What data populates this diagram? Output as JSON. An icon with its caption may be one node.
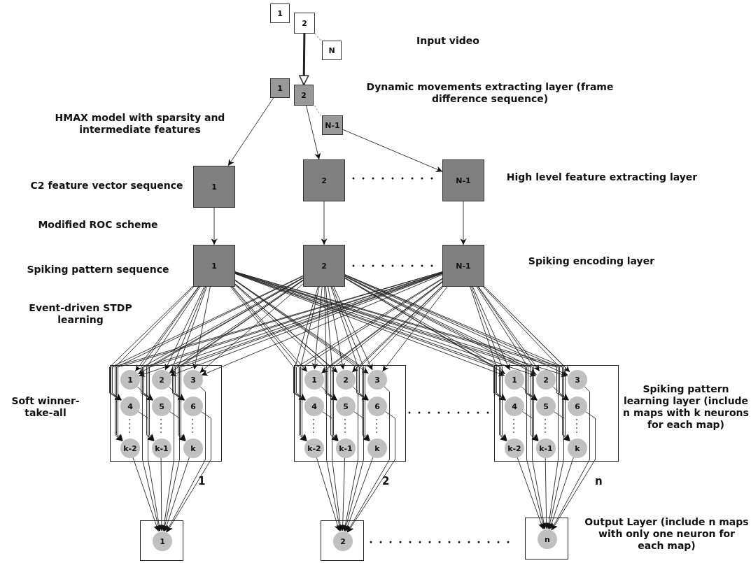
{
  "diagram": {
    "nodes": [
      {
        "text": [
          "1"
        ]
      },
      {
        "text": [
          "2"
        ]
      },
      {
        "text": [
          "N"
        ]
      },
      {
        "text": [
          "1"
        ]
      },
      {
        "text": [
          "2"
        ]
      },
      {
        "text": [
          "N-1"
        ]
      },
      {
        "text": [
          "1"
        ]
      },
      {
        "text": [
          "2"
        ]
      },
      {
        "text": [
          "N-1"
        ]
      },
      {
        "text": [
          "1"
        ]
      },
      {
        "text": [
          "2"
        ]
      },
      {
        "text": [
          "N-1"
        ]
      },
      {
        "text": [],
        "shape": "box",
        "beside": [
          "1"
        ]
      },
      {
        "text": [
          "1"
        ],
        "in": 12
      },
      {
        "text": [
          "2"
        ],
        "in": 12
      },
      {
        "text": [
          "3"
        ],
        "in": 12
      },
      {
        "text": [
          "4"
        ],
        "in": 12
      },
      {
        "text": [
          "5"
        ],
        "in": 12
      },
      {
        "text": [
          "6"
        ],
        "in": 12
      },
      {
        "text": [
          "k-2"
        ],
        "in": 12
      },
      {
        "text": [
          "k-1"
        ],
        "in": 12
      },
      {
        "text": [
          "k"
        ],
        "in": 12
      },
      {
        "text": [],
        "shape": "box",
        "beside": [
          "2"
        ]
      },
      {
        "text": [
          "1"
        ],
        "in": 22
      },
      {
        "text": [
          "2"
        ],
        "in": 22
      },
      {
        "text": [
          "3"
        ],
        "in": 22
      },
      {
        "text": [
          "4"
        ],
        "in": 22
      },
      {
        "text": [
          "5"
        ],
        "in": 22
      },
      {
        "text": [
          "6"
        ],
        "in": 22
      },
      {
        "text": [
          "k-2"
        ],
        "in": 22
      },
      {
        "text": [
          "k-1"
        ],
        "in": 22
      },
      {
        "text": [
          "k"
        ],
        "in": 22
      },
      {
        "text": [],
        "shape": "box",
        "beside": [
          "n"
        ]
      },
      {
        "text": [
          "1"
        ],
        "in": 32
      },
      {
        "text": [
          "2"
        ],
        "in": 32
      },
      {
        "text": [
          "3"
        ],
        "in": 32
      },
      {
        "text": [
          "4"
        ],
        "in": 32
      },
      {
        "text": [
          "5"
        ],
        "in": 32
      },
      {
        "text": [
          "6"
        ],
        "in": 32
      },
      {
        "text": [
          "k-2"
        ],
        "in": 32
      },
      {
        "text": [
          "k-1"
        ],
        "in": 32
      },
      {
        "text": [
          "k"
        ],
        "in": 32
      },
      {
        "text": [],
        "shape": "box"
      },
      {
        "text": [
          "1"
        ],
        "in": 42
      },
      {
        "text": [],
        "shape": "box"
      },
      {
        "text": [
          "2"
        ],
        "in": 44
      },
      {
        "text": [],
        "shape": "box"
      },
      {
        "text": [
          "n"
        ],
        "in": 46
      }
    ],
    "edges": [
      {
        "from": 1,
        "to": 4,
        "arrow": "to",
        "style": "thick"
      },
      {
        "from": 3,
        "to": 6,
        "arrow": "to"
      },
      {
        "from": 4,
        "to": 7,
        "arrow": "to"
      },
      {
        "from": 5,
        "to": 8,
        "arrow": "to"
      },
      {
        "from": 6,
        "to": 9,
        "arrow": "to"
      },
      {
        "from": 7,
        "to": 10,
        "arrow": "to"
      },
      {
        "from": 8,
        "to": 11,
        "arrow": "to"
      },
      {
        "from": 9,
        "to": 13,
        "arrow": "to"
      },
      {
        "from": 9,
        "to": 14,
        "arrow": "to"
      },
      {
        "from": 9,
        "to": 15,
        "arrow": "to"
      },
      {
        "from": 9,
        "to": 16,
        "arrow": "to"
      },
      {
        "from": 9,
        "to": 17,
        "arrow": "to"
      },
      {
        "from": 9,
        "to": 18,
        "arrow": "to"
      },
      {
        "from": 9,
        "to": 19,
        "arrow": "to"
      },
      {
        "from": 9,
        "to": 20,
        "arrow": "to"
      },
      {
        "from": 9,
        "to": 21,
        "arrow": "to"
      },
      {
        "from": 9,
        "to": 23,
        "arrow": "to"
      },
      {
        "from": 9,
        "to": 24,
        "arrow": "to"
      },
      {
        "from": 9,
        "to": 25,
        "arrow": "to"
      },
      {
        "from": 9,
        "to": 26,
        "arrow": "to"
      },
      {
        "from": 9,
        "to": 27,
        "arrow": "to"
      },
      {
        "from": 9,
        "to": 28,
        "arrow": "to"
      },
      {
        "from": 9,
        "to": 29,
        "arrow": "to"
      },
      {
        "from": 9,
        "to": 30,
        "arrow": "to"
      },
      {
        "from": 9,
        "to": 31,
        "arrow": "to"
      },
      {
        "from": 9,
        "to": 33,
        "arrow": "to"
      },
      {
        "from": 9,
        "to": 34,
        "arrow": "to"
      },
      {
        "from": 9,
        "to": 35,
        "arrow": "to"
      },
      {
        "from": 9,
        "to": 36,
        "arrow": "to"
      },
      {
        "from": 9,
        "to": 37,
        "arrow": "to"
      },
      {
        "from": 9,
        "to": 38,
        "arrow": "to"
      },
      {
        "from": 9,
        "to": 39,
        "arrow": "to"
      },
      {
        "from": 9,
        "to": 40,
        "arrow": "to"
      },
      {
        "from": 9,
        "to": 41,
        "arrow": "to"
      },
      {
        "from": 10,
        "to": 13,
        "arrow": "to"
      },
      {
        "from": 10,
        "to": 14,
        "arrow": "to"
      },
      {
        "from": 10,
        "to": 15,
        "arrow": "to"
      },
      {
        "from": 10,
        "to": 16,
        "arrow": "to"
      },
      {
        "from": 10,
        "to": 17,
        "arrow": "to"
      },
      {
        "from": 10,
        "to": 18,
        "arrow": "to"
      },
      {
        "from": 10,
        "to": 19,
        "arrow": "to"
      },
      {
        "from": 10,
        "to": 20,
        "arrow": "to"
      },
      {
        "from": 10,
        "to": 21,
        "arrow": "to"
      },
      {
        "from": 10,
        "to": 23,
        "arrow": "to"
      },
      {
        "from": 10,
        "to": 24,
        "arrow": "to"
      },
      {
        "from": 10,
        "to": 25,
        "arrow": "to"
      },
      {
        "from": 10,
        "to": 26,
        "arrow": "to"
      },
      {
        "from": 10,
        "to": 27,
        "arrow": "to"
      },
      {
        "from": 10,
        "to": 28,
        "arrow": "to"
      },
      {
        "from": 10,
        "to": 29,
        "arrow": "to"
      },
      {
        "from": 10,
        "to": 30,
        "arrow": "to"
      },
      {
        "from": 10,
        "to": 31,
        "arrow": "to"
      },
      {
        "from": 10,
        "to": 33,
        "arrow": "to"
      },
      {
        "from": 10,
        "to": 34,
        "arrow": "to"
      },
      {
        "from": 10,
        "to": 35,
        "arrow": "to"
      },
      {
        "from": 10,
        "to": 36,
        "arrow": "to"
      },
      {
        "from": 10,
        "to": 37,
        "arrow": "to"
      },
      {
        "from": 10,
        "to": 38,
        "arrow": "to"
      },
      {
        "from": 10,
        "to": 39,
        "arrow": "to"
      },
      {
        "from": 10,
        "to": 40,
        "arrow": "to"
      },
      {
        "from": 10,
        "to": 41,
        "arrow": "to"
      },
      {
        "from": 11,
        "to": 13,
        "arrow": "to"
      },
      {
        "from": 11,
        "to": 14,
        "arrow": "to"
      },
      {
        "from": 11,
        "to": 15,
        "arrow": "to"
      },
      {
        "from": 11,
        "to": 16,
        "arrow": "to"
      },
      {
        "from": 11,
        "to": 17,
        "arrow": "to"
      },
      {
        "from": 11,
        "to": 18,
        "arrow": "to"
      },
      {
        "from": 11,
        "to": 19,
        "arrow": "to"
      },
      {
        "from": 11,
        "to": 20,
        "arrow": "to"
      },
      {
        "from": 11,
        "to": 21,
        "arrow": "to"
      },
      {
        "from": 11,
        "to": 23,
        "arrow": "to"
      },
      {
        "from": 11,
        "to": 24,
        "arrow": "to"
      },
      {
        "from": 11,
        "to": 25,
        "arrow": "to"
      },
      {
        "from": 11,
        "to": 26,
        "arrow": "to"
      },
      {
        "from": 11,
        "to": 27,
        "arrow": "to"
      },
      {
        "from": 11,
        "to": 28,
        "arrow": "to"
      },
      {
        "from": 11,
        "to": 29,
        "arrow": "to"
      },
      {
        "from": 11,
        "to": 30,
        "arrow": "to"
      },
      {
        "from": 11,
        "to": 31,
        "arrow": "to"
      },
      {
        "from": 11,
        "to": 33,
        "arrow": "to"
      },
      {
        "from": 11,
        "to": 34,
        "arrow": "to"
      },
      {
        "from": 11,
        "to": 35,
        "arrow": "to"
      },
      {
        "from": 11,
        "to": 36,
        "arrow": "to"
      },
      {
        "from": 11,
        "to": 37,
        "arrow": "to"
      },
      {
        "from": 11,
        "to": 38,
        "arrow": "to"
      },
      {
        "from": 11,
        "to": 39,
        "arrow": "to"
      },
      {
        "from": 11,
        "to": 40,
        "arrow": "to"
      },
      {
        "from": 11,
        "to": 41,
        "arrow": "to"
      },
      {
        "from": 13,
        "to": 43,
        "arrow": "to"
      },
      {
        "from": 14,
        "to": 43,
        "arrow": "to"
      },
      {
        "from": 15,
        "to": 43,
        "arrow": "to"
      },
      {
        "from": 16,
        "to": 43,
        "arrow": "to"
      },
      {
        "from": 17,
        "to": 43,
        "arrow": "to"
      },
      {
        "from": 18,
        "to": 43,
        "arrow": "to"
      },
      {
        "from": 19,
        "to": 43,
        "arrow": "to"
      },
      {
        "from": 20,
        "to": 43,
        "arrow": "to"
      },
      {
        "from": 21,
        "to": 43,
        "arrow": "to"
      },
      {
        "from": 23,
        "to": 45,
        "arrow": "to"
      },
      {
        "from": 24,
        "to": 45,
        "arrow": "to"
      },
      {
        "from": 25,
        "to": 45,
        "arrow": "to"
      },
      {
        "from": 26,
        "to": 45,
        "arrow": "to"
      },
      {
        "from": 27,
        "to": 45,
        "arrow": "to"
      },
      {
        "from": 28,
        "to": 45,
        "arrow": "to"
      },
      {
        "from": 29,
        "to": 45,
        "arrow": "to"
      },
      {
        "from": 30,
        "to": 45,
        "arrow": "to"
      },
      {
        "from": 31,
        "to": 45,
        "arrow": "to"
      },
      {
        "from": 33,
        "to": 47,
        "arrow": "to"
      },
      {
        "from": 34,
        "to": 47,
        "arrow": "to"
      },
      {
        "from": 35,
        "to": 47,
        "arrow": "to"
      },
      {
        "from": 36,
        "to": 47,
        "arrow": "to"
      },
      {
        "from": 37,
        "to": 47,
        "arrow": "to"
      },
      {
        "from": 38,
        "to": 47,
        "arrow": "to"
      },
      {
        "from": 39,
        "to": 47,
        "arrow": "to"
      },
      {
        "from": 40,
        "to": 47,
        "arrow": "to"
      },
      {
        "from": 41,
        "to": 47,
        "arrow": "to"
      }
    ],
    "labels": [
      "Input video",
      "Dynamic movements extracting layer (frame difference sequence)",
      "HMAX model with sparsity and intermediate features",
      "C2 feature vector sequence",
      "High level feature extracting layer",
      "Modified ROC scheme",
      "Spiking pattern sequence",
      "Spiking encoding layer",
      "Event-driven STDP learning",
      "Soft winner-take-all",
      "Spiking pattern learning layer (include n maps with k neurons for each map)",
      "Output Layer (include n maps with only one neuron for each map)"
    ]
  }
}
